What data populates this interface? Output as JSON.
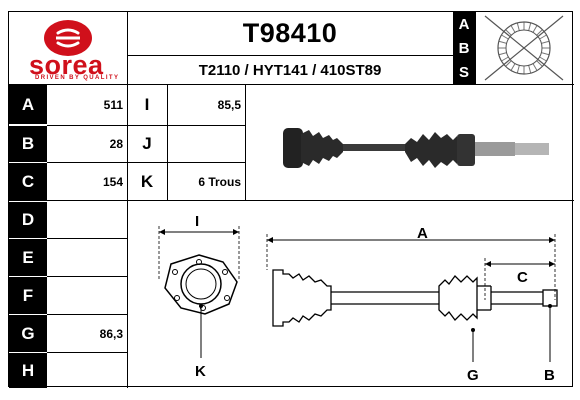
{
  "brand": {
    "name": "sorea",
    "tagline": "DRIVEN BY QUALITY",
    "color": "#d0101b"
  },
  "header": {
    "part_number": "T98410",
    "cross_refs": "T2110 / HYT141 / 410ST89",
    "abs_letters": [
      "A",
      "B",
      "S"
    ]
  },
  "specs": {
    "rows_left": [
      {
        "label": "A",
        "value": "511"
      },
      {
        "label": "B",
        "value": "28"
      },
      {
        "label": "C",
        "value": "154"
      },
      {
        "label": "D",
        "value": ""
      },
      {
        "label": "E",
        "value": ""
      },
      {
        "label": "F",
        "value": ""
      },
      {
        "label": "G",
        "value": "86,3"
      },
      {
        "label": "H",
        "value": ""
      }
    ],
    "rows_right": [
      {
        "label": "I",
        "value": "85,5"
      },
      {
        "label": "J",
        "value": ""
      },
      {
        "label": "K",
        "value": "6 Trous"
      }
    ]
  },
  "diagram": {
    "dimension_labels": {
      "I": "I",
      "A": "A",
      "C": "C",
      "K": "K",
      "G": "G",
      "B": "B"
    }
  }
}
